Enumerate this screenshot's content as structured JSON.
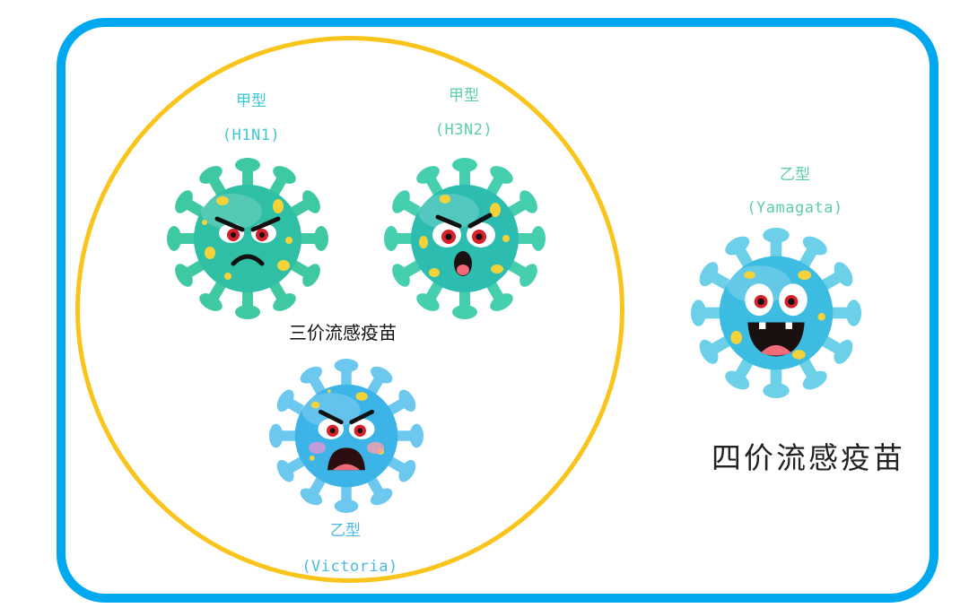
{
  "colors": {
    "frame": "#00a8f0",
    "circle": "#f9c51c",
    "label_cyan": "#3cc8d8",
    "label_green": "#5ccfa8",
    "label_blue": "#4ab8e0"
  },
  "trivalent": {
    "title": "三价流感疫苗",
    "strains": [
      {
        "type": "甲型",
        "name": "(H1N1)",
        "color": "#22b8b0",
        "expression": "angry-frown"
      },
      {
        "type": "甲型",
        "name": "(H3N2)",
        "color": "#2cc0ac",
        "expression": "angry-shout"
      },
      {
        "type": "乙型",
        "name": "(Victoria)",
        "color": "#3cb4e8",
        "expression": "angry-yell-blush"
      }
    ]
  },
  "quadrivalent": {
    "title": "四价流感疫苗",
    "extra_strain": {
      "type": "乙型",
      "name": "(Yamagata)",
      "color": "#3cbce0",
      "expression": "grin"
    }
  }
}
